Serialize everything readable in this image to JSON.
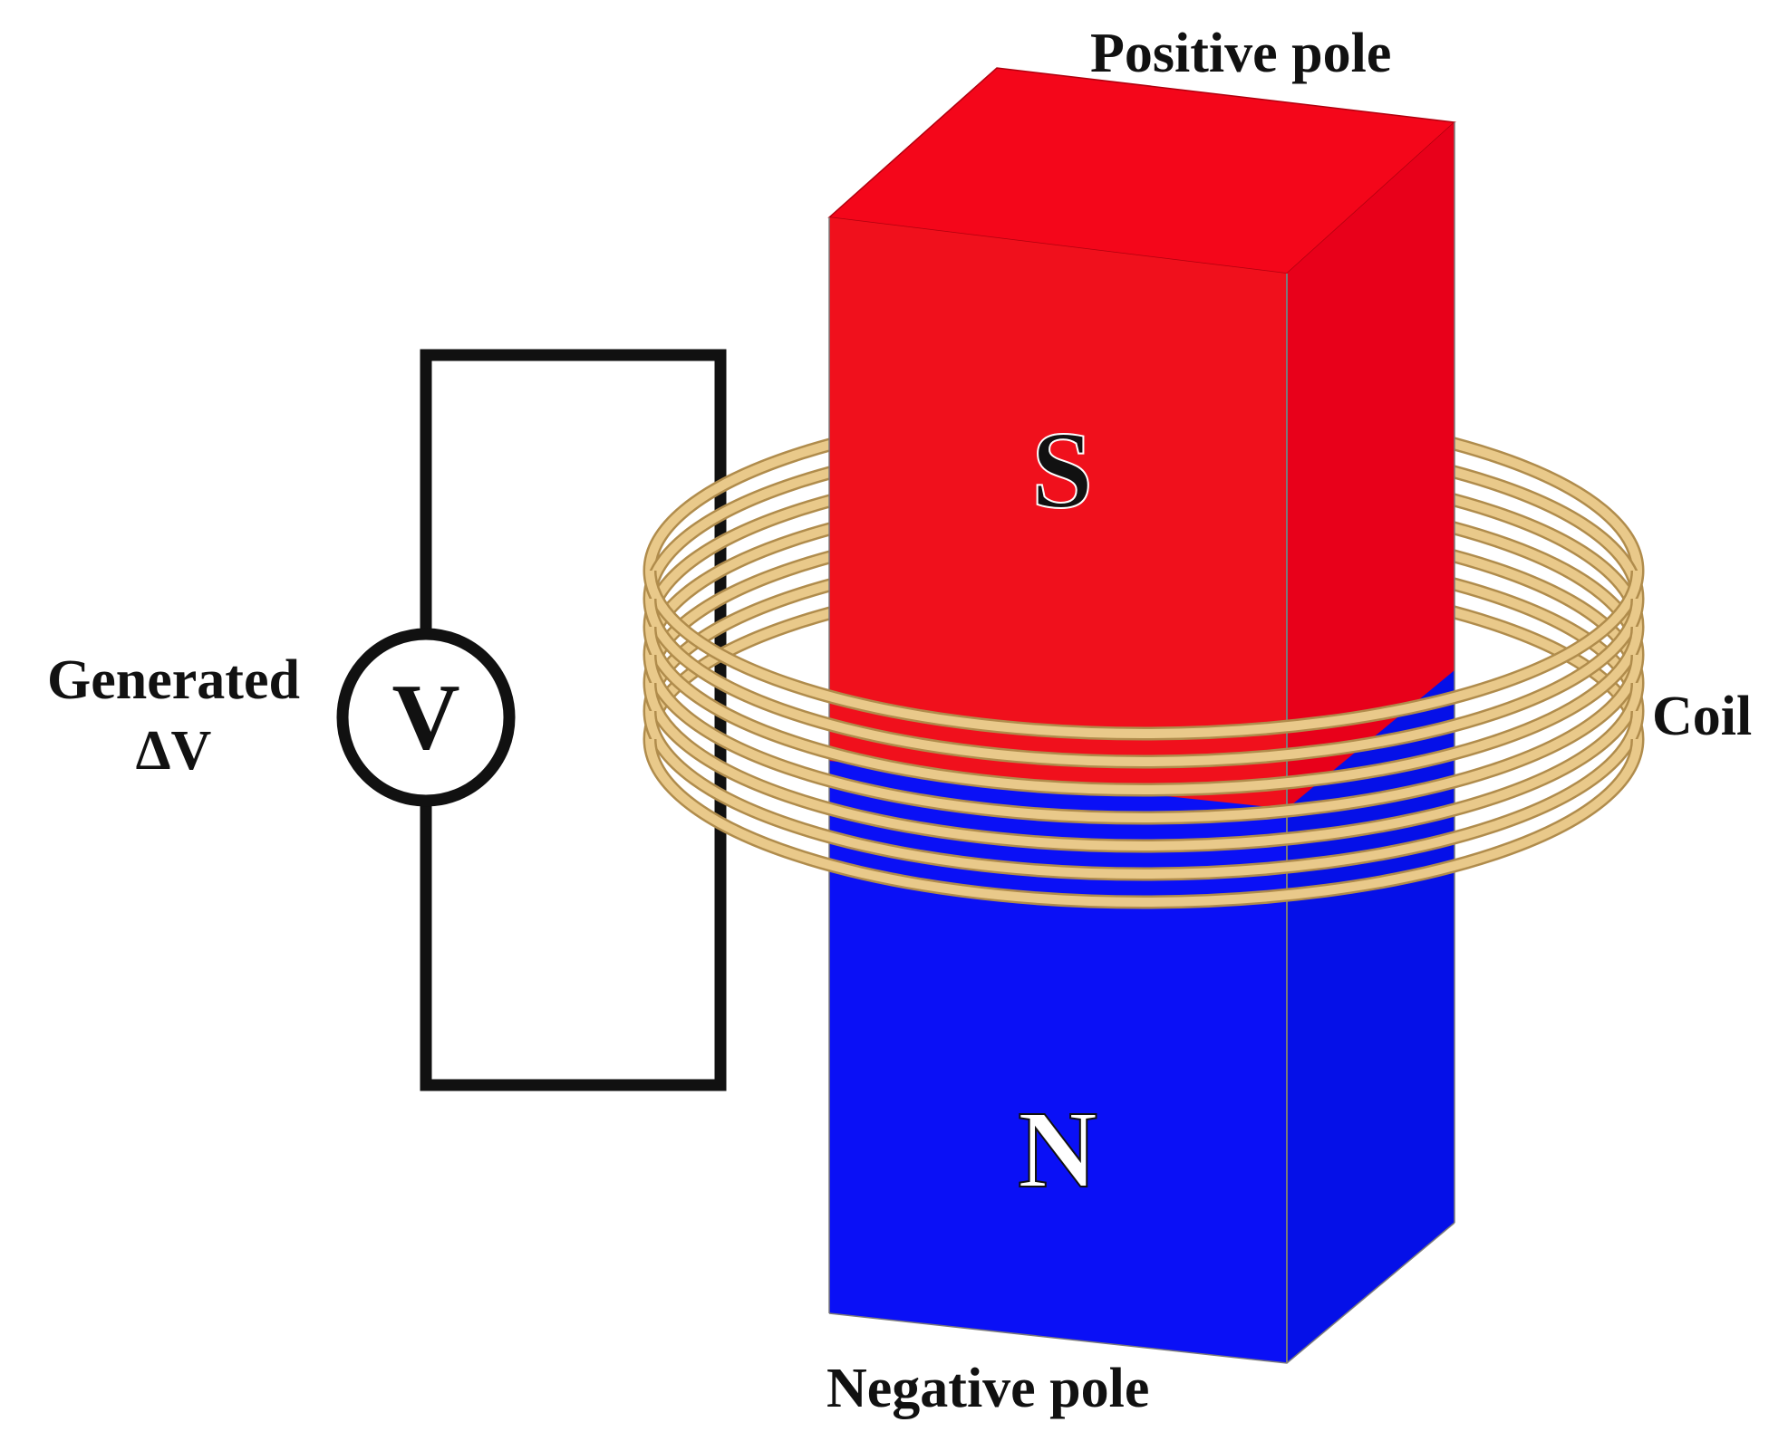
{
  "labels": {
    "positive_pole": "Positive pole",
    "negative_pole": "Negative pole",
    "coil": "Coil",
    "generated_line1": "Generated",
    "generated_line2": "ΔV",
    "voltmeter_symbol": "V",
    "south_pole": "S",
    "north_pole": "N"
  },
  "colors": {
    "south_front": "#f0101c",
    "south_side": "#e8001a",
    "south_top": "#f4061a",
    "north_front": "#0a10f6",
    "north_side": "#0510e8",
    "coil": "#e9c98a",
    "coil_shade": "#b08c4c",
    "wire": "#111111"
  },
  "coil": {
    "turns": 7
  }
}
